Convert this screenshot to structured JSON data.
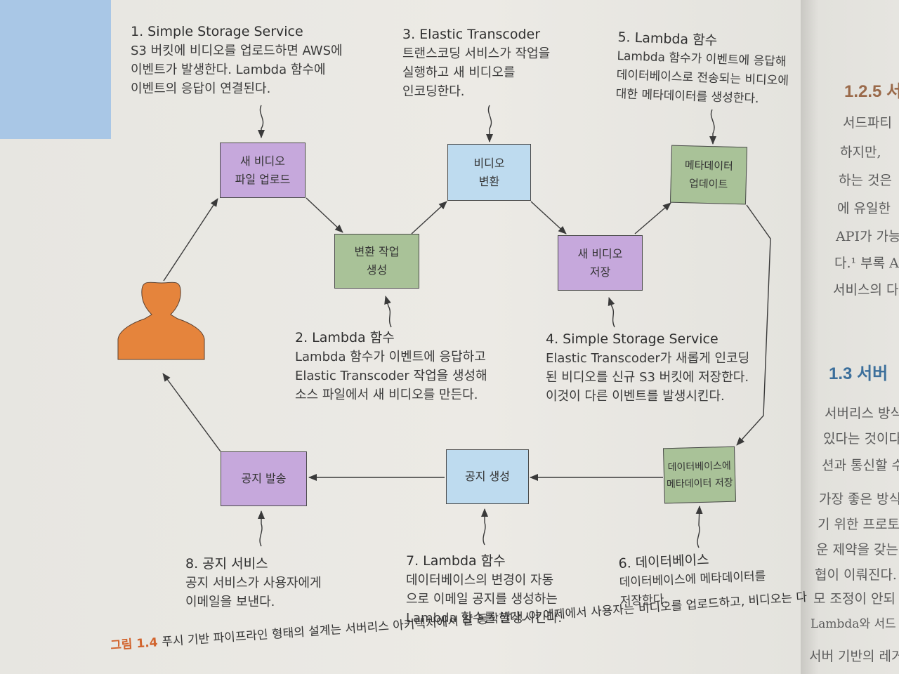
{
  "diagram": {
    "nodes": [
      {
        "id": "n1",
        "label": "새 비디오\n파일 업로드"
      },
      {
        "id": "n2",
        "label": "변환 작업\n생성"
      },
      {
        "id": "n3",
        "label": "비디오\n변환"
      },
      {
        "id": "n4",
        "label": "새 비디오\n저장"
      },
      {
        "id": "n5",
        "label": "메타데이터\n업데이트"
      },
      {
        "id": "n6",
        "label": "데이터베이스에\n메타데이터 저장"
      },
      {
        "id": "n7",
        "label": "공지 생성"
      },
      {
        "id": "n8",
        "label": "공지 발송"
      }
    ],
    "notes": [
      {
        "id": "note1",
        "title": "1. Simple Storage Service",
        "body": "S3 버킷에 비디오를 업로드하면 AWS에\n이벤트가 발생한다. Lambda 함수에\n이벤트의 응답이 연결된다."
      },
      {
        "id": "note2",
        "title": "2. Lambda 함수",
        "body": "Lambda 함수가 이벤트에 응답하고\nElastic Transcoder 작업을 생성해\n소스 파일에서 새 비디오를 만든다."
      },
      {
        "id": "note3",
        "title": "3. Elastic Transcoder",
        "body": "트랜스코딩 서비스가 작업을\n실행하고 새 비디오를\n인코딩한다."
      },
      {
        "id": "note4",
        "title": "4. Simple Storage Service",
        "body": "Elastic Transcoder가 새롭게 인코딩\n된 비디오를 신규 S3 버킷에 저장한다.\n이것이 다른 이벤트를 발생시킨다."
      },
      {
        "id": "note5",
        "title": "5. Lambda 함수",
        "body": "Lambda 함수가 이벤트에 응답해\n데이터베이스로 전송되는 비디오에\n대한 메타데이터를 생성한다."
      },
      {
        "id": "note6",
        "title": "6. 데이터베이스",
        "body": "데이터베이스에 메타데이터를\n저장한다."
      },
      {
        "id": "note7",
        "title": "7. Lambda 함수",
        "body": "데이터베이스의 변경이 자동\n으로 이메일 공지를 생성하는\nLambda 함수를 발생시킨다."
      },
      {
        "id": "note8",
        "title": "8. 공지 서비스",
        "body": "공지 서비스가 사용자에게\n이메일을 보낸다."
      }
    ],
    "colors": {
      "purple": "#c6a8dc",
      "green": "#a9c298",
      "blue": "#bedbef",
      "person": "#e5843c"
    },
    "user_icon": "person-silhouette-icon"
  },
  "caption": {
    "figure_label": "그림 1.4",
    "text": "푸시 기반 파이프라인 형태의 설계는 서버리스 아키텍처에서 잘 동작한다. 이 예제에서 사용자는 비디오를 업로드하고, 비디오는 다"
  },
  "right_page": {
    "heading1": "1.2.5 서",
    "lines1": [
      "서드파티",
      "하지만,",
      "하는 것은",
      "에 유일한",
      "API가 가능",
      "다.¹ 부록 A",
      "서비스의 다"
    ],
    "heading2": "1.3 서버",
    "lines2": [
      "서버리스 방식",
      "있다는 것이다",
      "션과 통신할 수",
      "가장 좋은 방식",
      "기 위한 프로토",
      "운 제약을 갖는",
      "협이 이뤄진다.",
      "모 조정이 안되",
      "Lambda와 서드",
      "서버 기반의 레거"
    ]
  }
}
